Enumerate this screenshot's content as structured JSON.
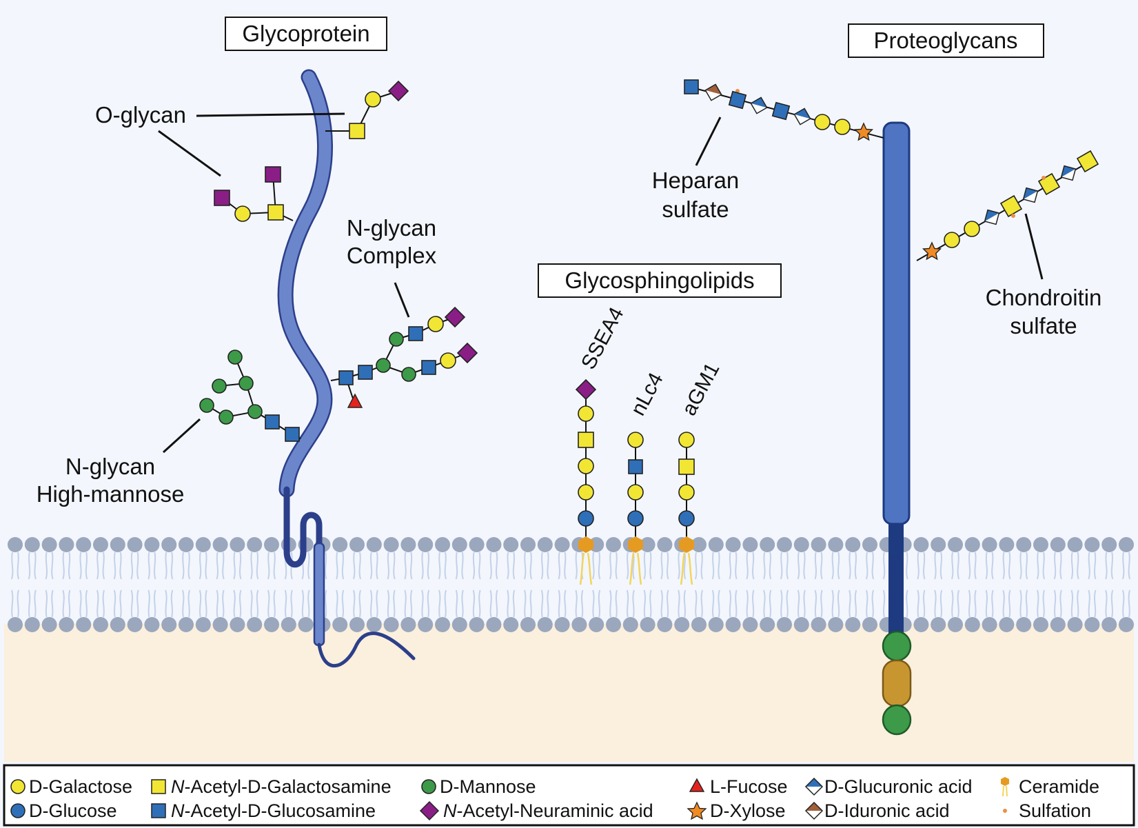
{
  "titles": {
    "glycoprotein": "Glycoprotein",
    "proteoglycans": "Proteoglycans",
    "glycosphingolipids": "Glycosphingolipids"
  },
  "labels": {
    "o_glycan": "O-glycan",
    "n_glycan_complex_1": "N-glycan",
    "n_glycan_complex_2": "Complex",
    "n_glycan_high_1": "N-glycan",
    "n_glycan_high_2": "High-mannose",
    "heparan_1": "Heparan",
    "heparan_2": "sulfate",
    "chondroitin_1": "Chondroitin",
    "chondroitin_2": "sulfate",
    "ssea4": "SSEA4",
    "nlc4": "nLc4",
    "agm1": "aGM1"
  },
  "legend": {
    "d_galactose": "D-Galactose",
    "d_glucose": "D-Glucose",
    "n_prefix": "N",
    "galnac_rest": "-Acetyl-D-Galactosamine",
    "glcnac_rest": "-Acetyl-D-Glucosamine",
    "d_mannose": "D-Mannose",
    "neu5ac_rest": "-Acetyl-Neuraminic acid",
    "l_fucose": "L-Fucose",
    "d_xylose": "D-Xylose",
    "d_glucuronic": "D-Glucuronic acid",
    "d_iduronic": "D-Iduronic acid",
    "ceramide": "Ceramide",
    "sulfation": "Sulfation"
  },
  "colors": {
    "galactose": "#f2e634",
    "glucose": "#2f6fb8",
    "mannose": "#3c9a48",
    "sialic": "#8a1e86",
    "fucose": "#e4231f",
    "xylose": "#f08a24",
    "iduronic": "#a0603a",
    "protein": "#6c86cc",
    "core_protein": "#4f74c2",
    "lipid_head": "#9aa7bd",
    "cytoplasm": "#fbefde",
    "ceramide": "#e59b22"
  }
}
